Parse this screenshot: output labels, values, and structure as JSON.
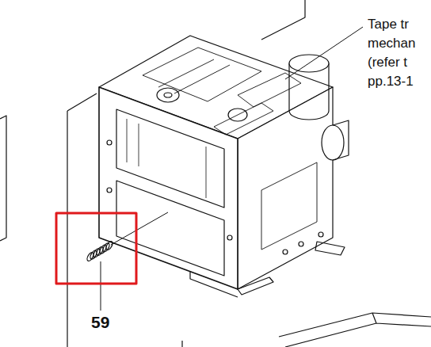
{
  "diagram": {
    "labels": [
      "Tape tr",
      "mechan",
      "(refer t",
      "pp.13-1",
      "59"
    ]
  }
}
